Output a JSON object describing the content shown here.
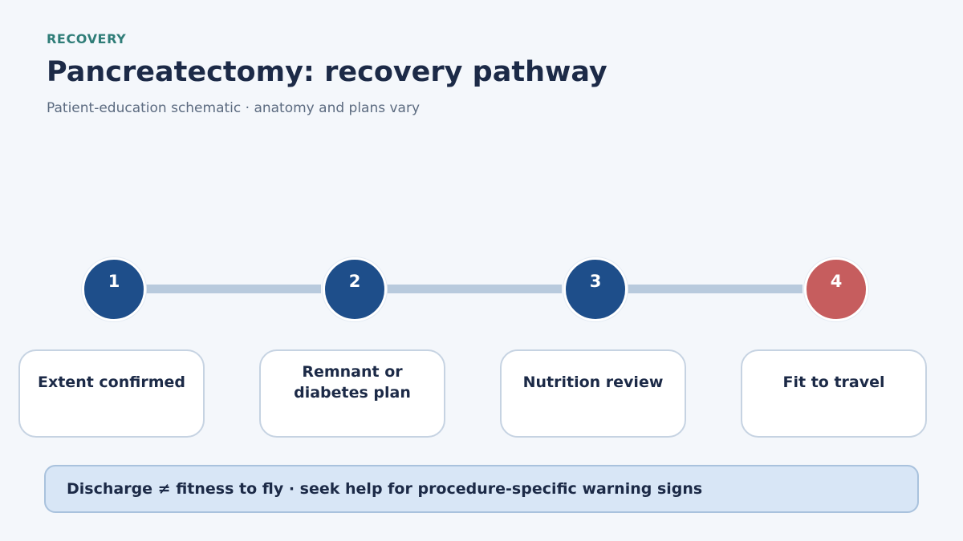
{
  "header": {
    "eyebrow": "RECOVERY",
    "title": "Pancreatectomy: recovery pathway",
    "subtitle": "Patient-education schematic · anatomy and plans vary"
  },
  "colors": {
    "step_default": "#1e4e8a",
    "step_final": "#c65d5e",
    "connector": "#b8cadd",
    "eyebrow": "#2f7d78"
  },
  "steps": [
    {
      "number": "1",
      "label": "Extent confirmed"
    },
    {
      "number": "2",
      "label": "Remnant or diabetes plan"
    },
    {
      "number": "3",
      "label": "Nutrition review"
    },
    {
      "number": "4",
      "label": "Fit to travel"
    }
  ],
  "callout": {
    "text": "Discharge ≠ fitness to fly · seek help for procedure-specific warning signs"
  }
}
